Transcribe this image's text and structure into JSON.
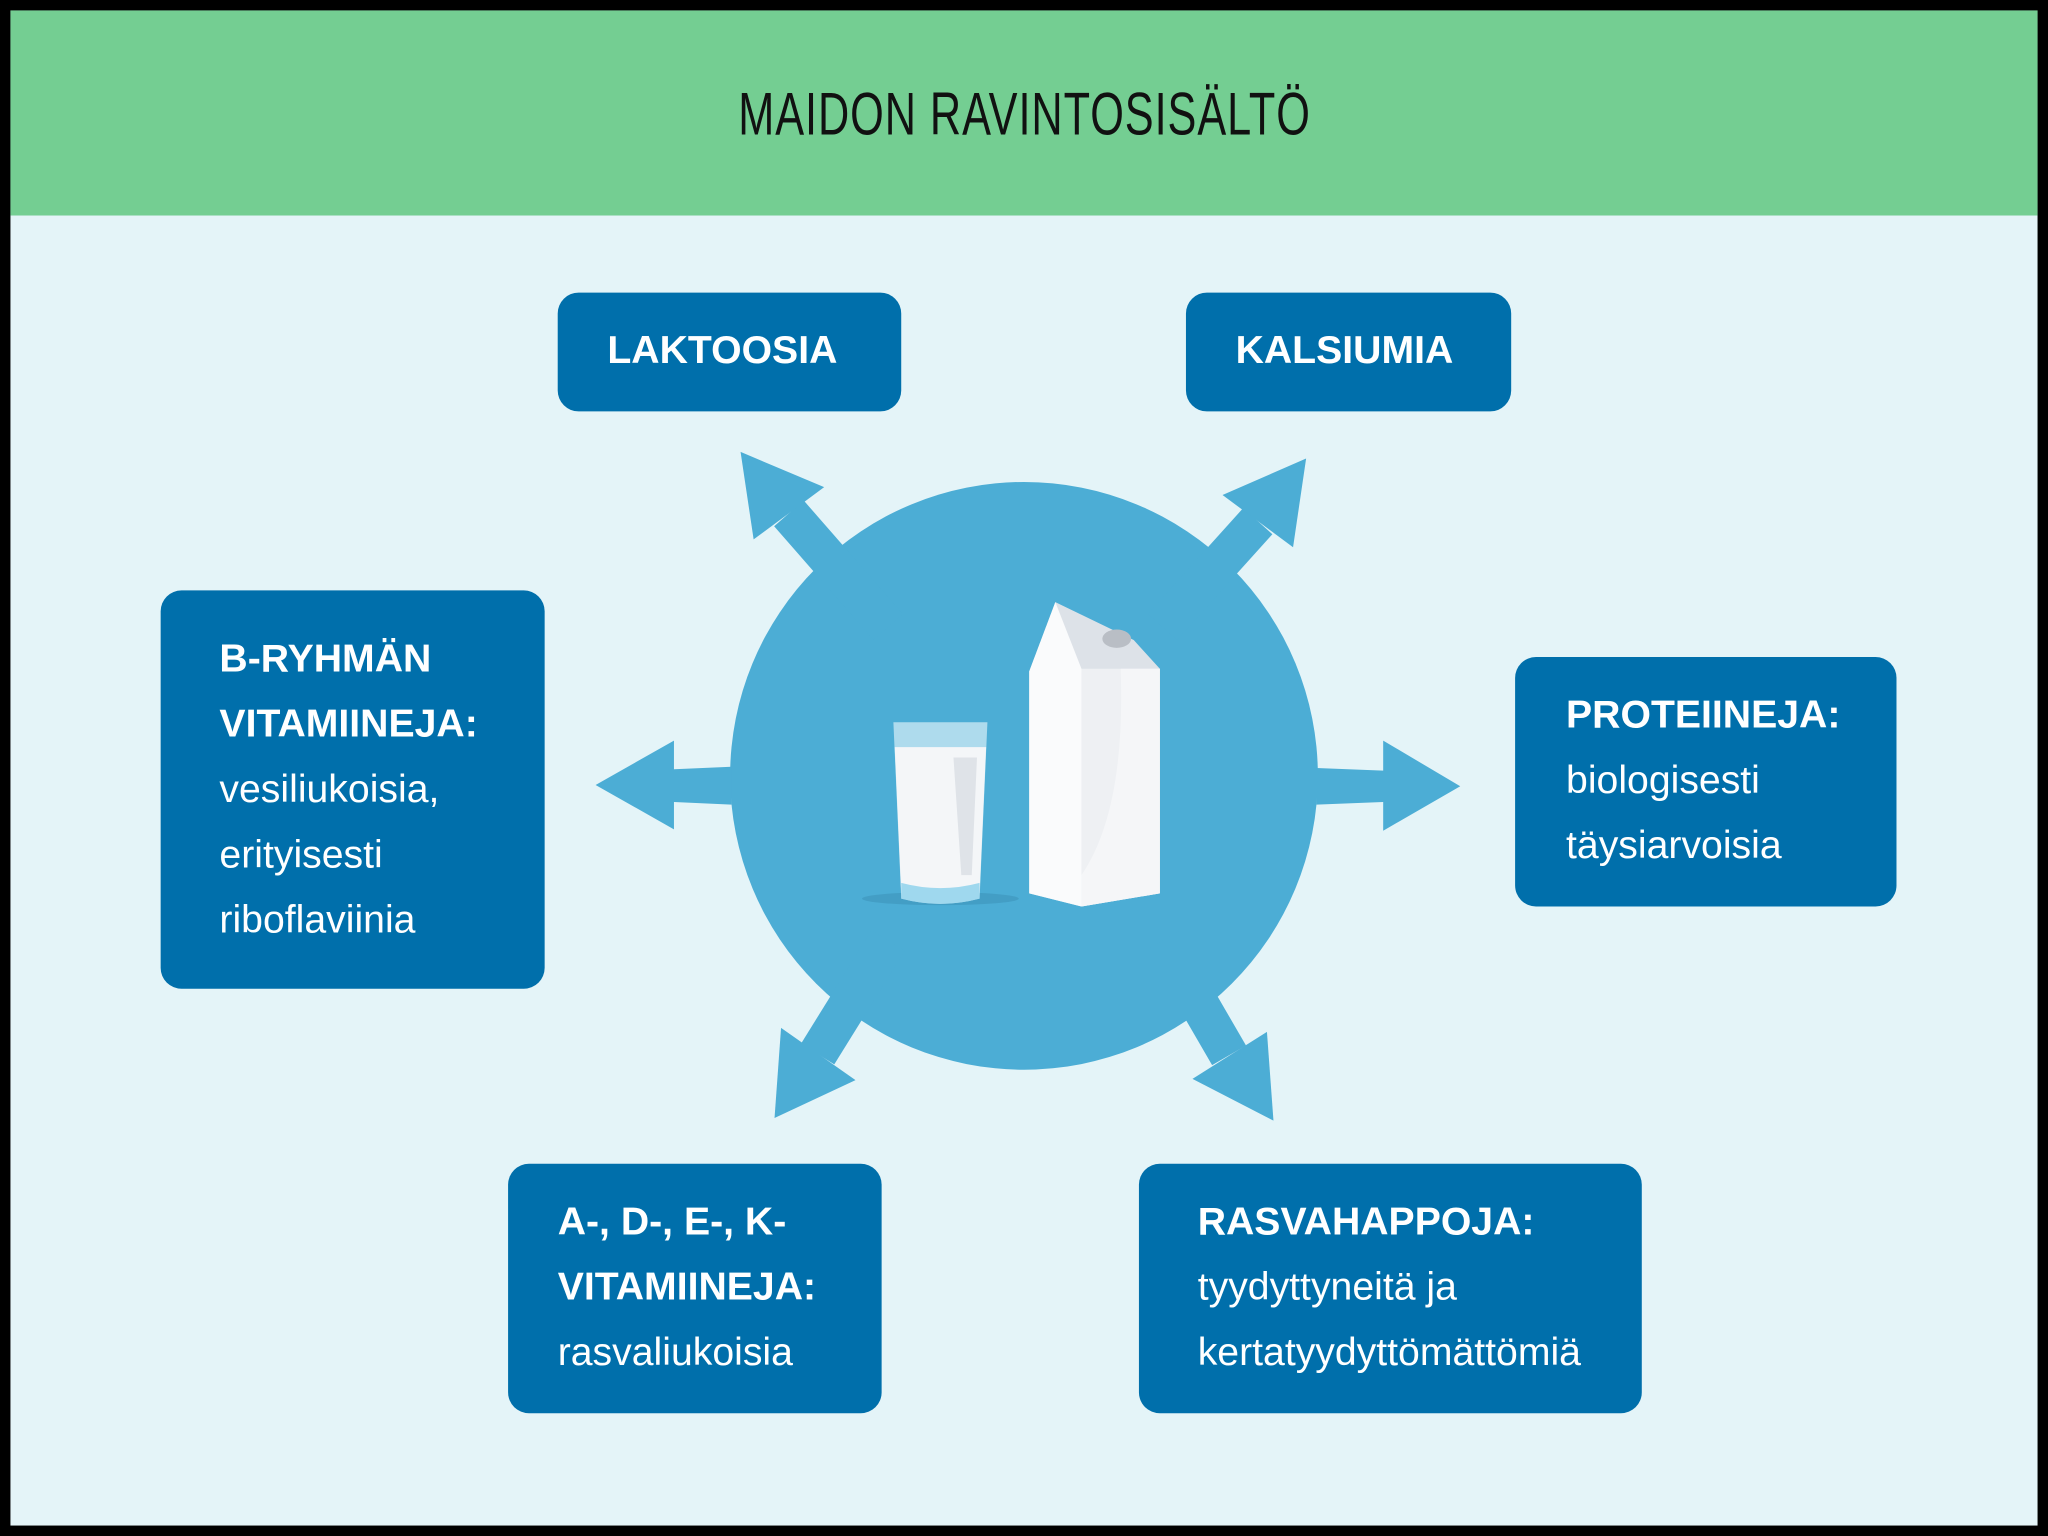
{
  "title": "MAIDON RAVINTOSISÄLTÖ",
  "colors": {
    "header": "#74CE92",
    "background": "#E4F4F8",
    "circle": "#4CADD5",
    "box": "#006FAB"
  },
  "boxes": {
    "lactose": {
      "heading": "LAKTOOSIA"
    },
    "calcium": {
      "heading": "KALSIUMIA"
    },
    "b_vitamins": {
      "heading1": "B-RYHMÄN",
      "heading2": "VITAMIINEJA:",
      "line1": "vesiliukoisia,",
      "line2": "erityisesti",
      "line3": "riboflaviinia"
    },
    "proteins": {
      "heading": "PROTEIINEJA:",
      "line1": "biologisesti",
      "line2": "täysiarvoisia"
    },
    "fat_vitamins": {
      "heading1": "A-, D-, E-, K-",
      "heading2": "VITAMIINEJA:",
      "line1": "rasvaliukoisia"
    },
    "fatty_acids": {
      "heading": "RASVAHAPPOJA:",
      "line1": "tyydyttyneitä ja",
      "line2": "kertatyydyttömättömiä"
    }
  }
}
